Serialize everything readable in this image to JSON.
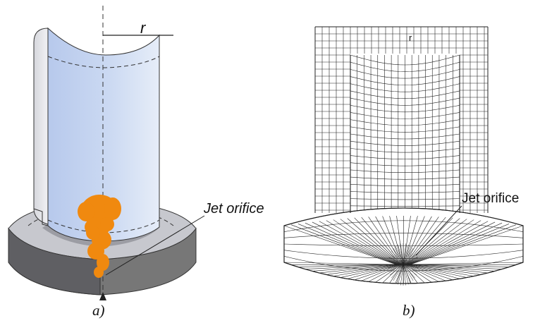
{
  "figure_a": {
    "radius_label": "r",
    "orifice_label": "Jet orifice",
    "caption": "a)"
  },
  "figure_b": {
    "radius_label": "r",
    "orifice_label": "Jet orifice",
    "caption": "b)"
  },
  "colors": {
    "liquid_fill": "#c9d8f0",
    "liquid_dark": "#a9bfe6",
    "wall_shade": "#e8e8ee",
    "base_dark": "#6f6f6f",
    "base_mid": "#8c8c8c",
    "base_light": "#cfcfd4",
    "plume": "#f0890f",
    "mesh_line": "#222222"
  }
}
